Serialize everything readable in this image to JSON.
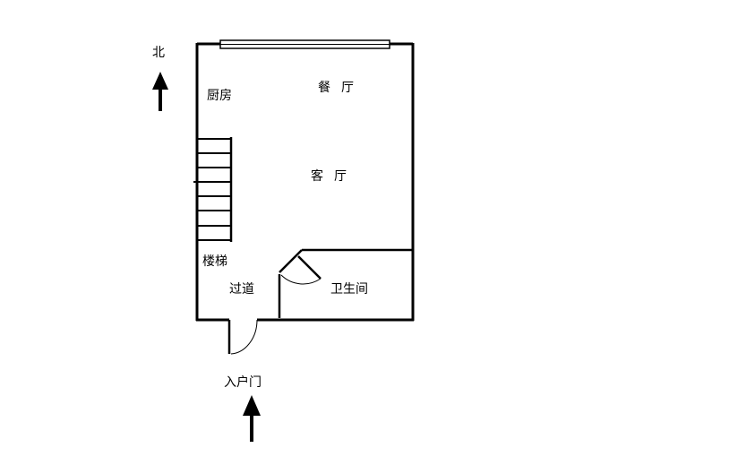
{
  "north_label": "北",
  "rooms": {
    "kitchen": "厨房",
    "dining": "餐厅",
    "living": "客厅",
    "stairs": "楼梯",
    "corridor": "过道",
    "bathroom": "卫生间"
  },
  "entrance_label": "入户门",
  "colors": {
    "line": "#000000",
    "background": "#ffffff"
  }
}
